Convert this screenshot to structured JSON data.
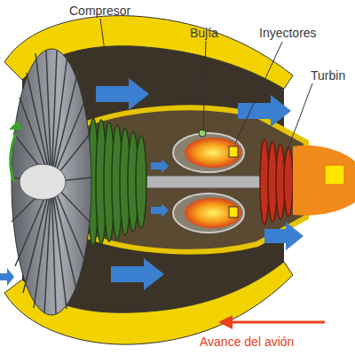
{
  "diagram": {
    "labels": [
      "Compresor",
      "Bujía",
      "Inyectores",
      "Turbin",
      "Avance del avión"
    ]
  }
}
